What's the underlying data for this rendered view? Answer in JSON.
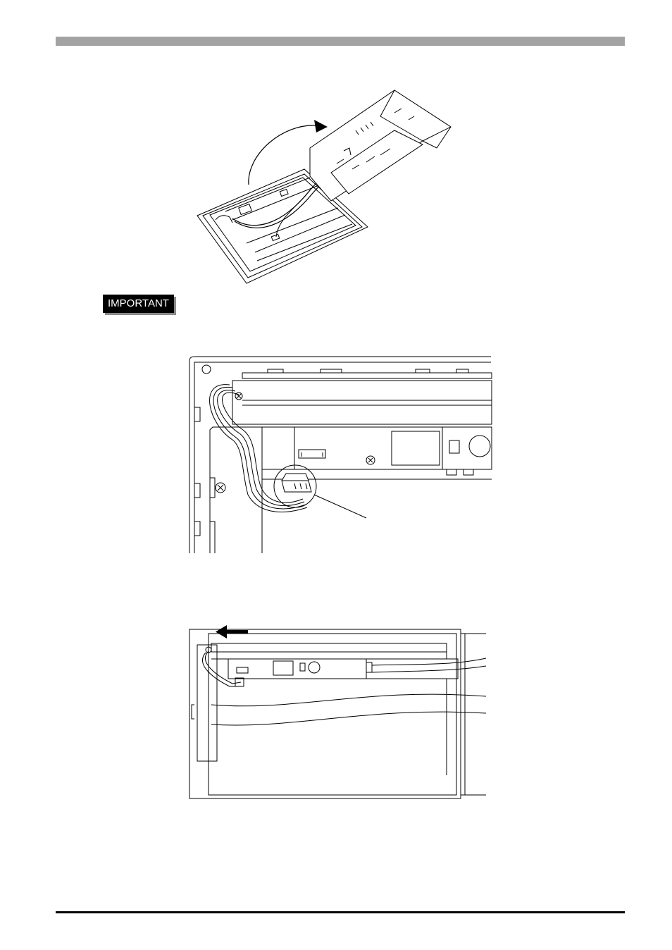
{
  "page": {
    "important_badge": "IMPORTANT"
  },
  "colors": {
    "header_bar": "#a3a3a3",
    "badge_background": "#000000",
    "badge_text": "#ffffff",
    "line_art": "#000000"
  },
  "figures": [
    {
      "name": "panel-opening-illustration",
      "icon": "curved-arrow-icon"
    },
    {
      "name": "connector-closeup-illustration",
      "icon": "screw-icon"
    },
    {
      "name": "panel-direction-illustration",
      "icon": "left-arrow-icon"
    }
  ]
}
